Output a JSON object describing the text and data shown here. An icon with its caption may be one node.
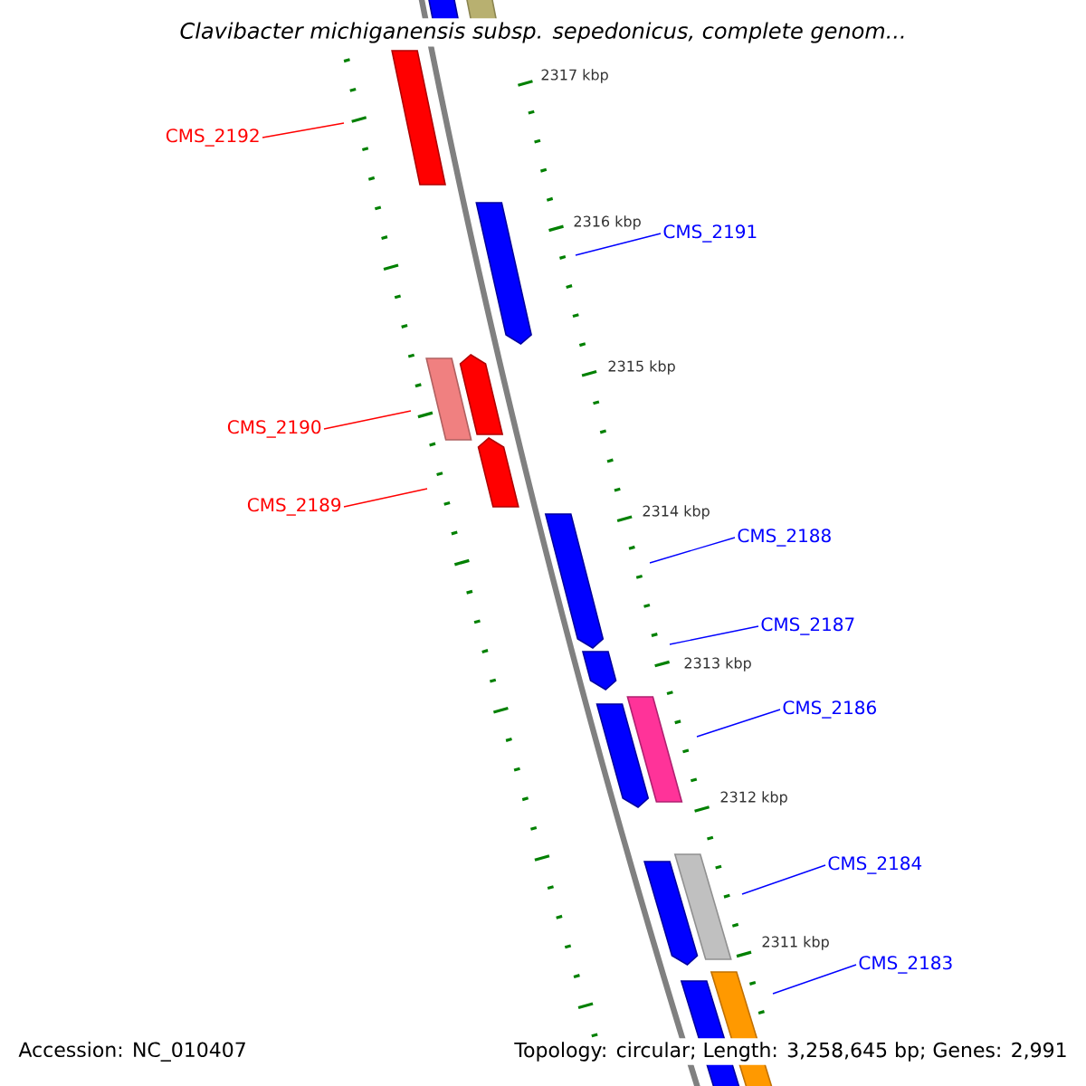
{
  "diagram": {
    "title": "Clavibacter michiganensis subsp. sepedonicus, complete genom...",
    "nodes": [
      {
        "text": [
          "CMS_2192"
        ]
      },
      {
        "text": [
          "CMS_2191"
        ]
      },
      {
        "text": [
          "CMS_2190"
        ]
      },
      {
        "text": [
          "CMS_2189"
        ]
      },
      {
        "text": [
          "CMS_2188"
        ]
      },
      {
        "text": [
          "CMS_2187"
        ]
      },
      {
        "text": [
          "CMS_2186"
        ]
      },
      {
        "text": [
          "CMS_2184"
        ]
      },
      {
        "text": [
          "CMS_2183"
        ]
      }
    ],
    "edges": [
      {
        "from": 0,
        "to": null,
        "arrow": "none",
        "color": "#ff0000"
      },
      {
        "from": 1,
        "to": null,
        "arrow": "none"
      },
      {
        "from": 2,
        "to": null,
        "arrow": "none",
        "color": "#ff0000"
      },
      {
        "from": 3,
        "to": null,
        "arrow": "none",
        "color": "#ff0000"
      },
      {
        "from": 4,
        "to": null,
        "arrow": "none"
      },
      {
        "from": 5,
        "to": null,
        "arrow": "none"
      },
      {
        "from": 6,
        "to": null,
        "arrow": "none"
      },
      {
        "from": 7,
        "to": null,
        "arrow": "none"
      },
      {
        "from": 8,
        "to": null,
        "arrow": "none"
      }
    ],
    "labels": [
      "2317 kbp",
      "2316 kbp",
      "2315 kbp",
      "2314 kbp",
      "2313 kbp",
      "2312 kbp",
      "2311 kbp",
      "Accession: NC_010407",
      "Topology: circular; Length: 3,258,645 bp; Genes: 2,991"
    ]
  }
}
